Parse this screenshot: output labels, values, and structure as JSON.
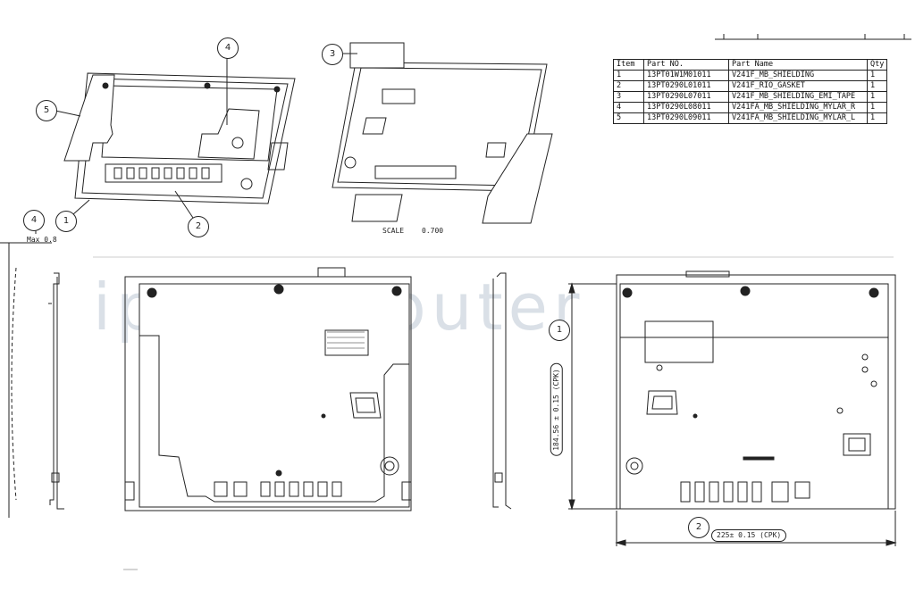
{
  "parts_table": {
    "headers": [
      "Item",
      "Part NO.",
      "Part Name",
      "Qty"
    ],
    "rows": [
      {
        "item": "1",
        "part_no": "13PT01W1M01011",
        "part_name": "V241F_MB_SHIELDING",
        "qty": "1"
      },
      {
        "item": "2",
        "part_no": "13PT0290L01011",
        "part_name": "V241F_RIO_GASKET",
        "qty": "1"
      },
      {
        "item": "3",
        "part_no": "13PT0290L07011",
        "part_name": "V241F_MB_SHIELDING_EMI_TAPE",
        "qty": "1"
      },
      {
        "item": "4",
        "part_no": "13PT0290L08011",
        "part_name": "V241FA_MB_SHIELDING_MYLAR_R",
        "qty": "1"
      },
      {
        "item": "5",
        "part_no": "13PT0290L09011",
        "part_name": "V241FA_MB_SHIELDING_MYLAR_L",
        "qty": "1"
      }
    ]
  },
  "callouts": {
    "c5": "5",
    "c4_top": "4",
    "c1_iso": "1",
    "c2_iso": "2",
    "c4_left": "4",
    "c3": "3",
    "c1_right": "1",
    "c2_right": "2"
  },
  "labels": {
    "scale_label": "SCALE",
    "scale_value": "0.700",
    "max_label": "Max 0.8",
    "dim_height": "184.56 ± 0.15 (CPK)",
    "dim_width": "225± 0.15 (CPK)",
    "watermark": "ipc-computer"
  },
  "colors": {
    "line": "#222222",
    "watermark": "#9aa5b9"
  }
}
